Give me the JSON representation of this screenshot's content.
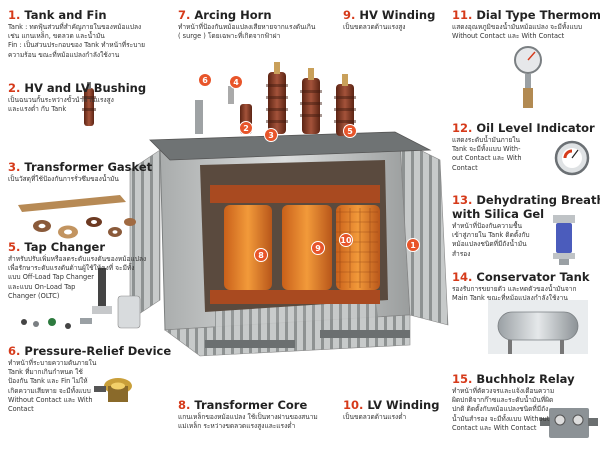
{
  "labels": [
    {
      "id": "l1",
      "num": "1.",
      "title": "Tank and Fin",
      "desc": [
        "Tank : ทดฟุ้นส่วนที่สำคัญภายในของหม้อแปลง",
        "เช่น แกนเหล็ก, ขดลวด และน้ำมัน",
        "Fin : เป็นส่วนประกอบของ Tank ทำหน้าที่ระบาย",
        "ความร้อน ขณะที่หม้อแปลงกำลังใช้งาน"
      ]
    },
    {
      "id": "l2",
      "num": "2.",
      "title": "HV and LV Bushing",
      "desc": [
        "เป็นฉนวนกั้นระหว่างขั้วนำด้านแรงสูง",
        "และแรงต่ำ กับ Tank"
      ]
    },
    {
      "id": "l3",
      "num": "3.",
      "title": "Transformer Gasket",
      "desc": [
        "เป็นวัสดุที่ใช้ป้องกันการรั่วซึมของน้ำมัน"
      ]
    },
    {
      "id": "l5",
      "num": "5.",
      "title": "Tap Changer",
      "desc": [
        "สำหรับปรับเพิ่มหรือลดระดับแรงดันของหม้อแปลง",
        "เพื่อรักษาระดับแรงดันด้านผู้ใช้ให้คงที่ จะมีทั้ง",
        "แบบ Off-Load Tap Changer",
        "และแบบ On-Load Tap",
        "Changer (OLTC)"
      ]
    },
    {
      "id": "l6",
      "num": "6.",
      "title": "Pressure-Relief Device",
      "desc": [
        "ทำหน้าที่ระบายความดันภายใน",
        "Tank ที่มากเกินกำหนด ใช้",
        "ป้องกัน Tank และ Fin ไม่ให้",
        "เกิดความเสียหาย จะมีทั้งแบบ",
        "Without Contact และ With",
        "Contact"
      ]
    },
    {
      "id": "l7",
      "num": "7.",
      "title": "Arcing Horn",
      "desc": [
        "ทำหน้าที่ป้องกันหม้อแปลงเสียหายจากแรงดันเกิน",
        "( surge ) โดยเฉพาะที่เกิดจากฟ้าผ่า"
      ]
    },
    {
      "id": "l8",
      "num": "8.",
      "title": "Transformer Core",
      "desc": [
        "แกนเหล็กของหม้อแปลง ใช้เป็นทางผ่านของสนาม",
        "แม่เหล็ก ระหว่างขดลวดแรงสูงและแรงต่ำ"
      ]
    },
    {
      "id": "l9",
      "num": "9.",
      "title": "HV Winding",
      "desc": [
        "เป็นขดลวดด้านแรงสูง"
      ]
    },
    {
      "id": "l10",
      "num": "10.",
      "title": "LV Winding",
      "desc": [
        "เป็นขดลวดด้านแรงต่ำ"
      ]
    },
    {
      "id": "l11",
      "num": "11.",
      "title": "Dial Type Thermometer",
      "desc": [
        "แสดงอุณหภูมิของน้ำมันหม้อแปลง จะมีทั้งแบบ",
        "Without Contact และ With Contact"
      ]
    },
    {
      "id": "l12",
      "num": "12.",
      "title": "Oil Level Indicator",
      "desc": [
        "แสดงระดับน้ำมันภายใน",
        "Tank จะมีทั้งแบบ With-",
        "out Contact และ With",
        "Contact"
      ]
    },
    {
      "id": "l13",
      "num": "13.",
      "title": "Dehydrating Breather",
      "title2": "with Silica Gel",
      "desc": [
        "ทำหน้าที่ป้องกันความชื้น",
        "เข้าสู่ภายใน Tank ติดตั้งกับ",
        "หม้อแปลงชนิดที่มีถังน้ำมัน",
        "สำรอง"
      ]
    },
    {
      "id": "l14",
      "num": "14.",
      "title": "Conservator Tank",
      "desc": [
        "รองรับการขยายตัว และหดตัวของน้ำมันจาก",
        "Main Tank ขณะที่หม้อแปลงกำลังใช้งาน"
      ]
    },
    {
      "id": "l15",
      "num": "15.",
      "title": "Buchholz Relay",
      "desc": [
        "ทำหน้าที่ตัดวงจรและแจ้งเตือนความ",
        "ผิดปกติจากก๊าซและระดับน้ำมันที่ผิด",
        "ปกติ ติดตั้งกับหม้อแปลงชนิดที่มีถัง",
        "น้ำมันสำรอง จะมีทั้งแบบ Without",
        "Contact และ With Contact"
      ]
    }
  ],
  "badges": [
    "1",
    "2",
    "3",
    "4",
    "5",
    "6",
    "8",
    "9",
    "10"
  ],
  "colors": {
    "accent": "#d63a1a",
    "badge": "#e8552a",
    "tank": "#bfc2c2",
    "winding": "#e07a1a",
    "core": "#a94a20",
    "bushing": "#8a3a22"
  }
}
